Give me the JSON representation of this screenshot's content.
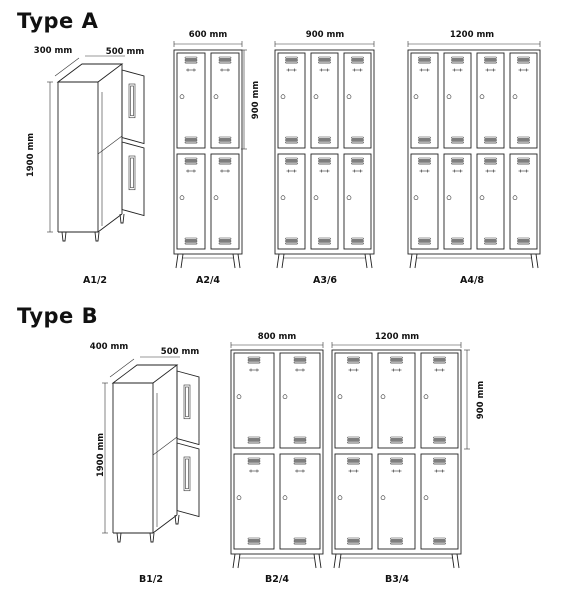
{
  "sections": [
    {
      "title": "Type A",
      "iso": {
        "label": "A1/2",
        "width_dim": "300 mm",
        "depth_dim": "500 mm",
        "height_dim": "1900 mm"
      },
      "units": [
        {
          "label": "A2/4",
          "width_dim": "600 mm",
          "columns": 2,
          "height_dim": "900 mm"
        },
        {
          "label": "A3/6",
          "width_dim": "900 mm",
          "columns": 3
        },
        {
          "label": "A4/8",
          "width_dim": "1200 mm",
          "columns": 4
        }
      ]
    },
    {
      "title": "Type B",
      "iso": {
        "label": "B1/2",
        "width_dim": "400 mm",
        "depth_dim": "500 mm",
        "height_dim": "1900 mm"
      },
      "units": [
        {
          "label": "B2/4",
          "width_dim": "800 mm",
          "columns": 2
        },
        {
          "label": "B3/4",
          "width_dim": "1200 mm",
          "columns": 3,
          "height_dim": "900 mm"
        }
      ]
    }
  ]
}
